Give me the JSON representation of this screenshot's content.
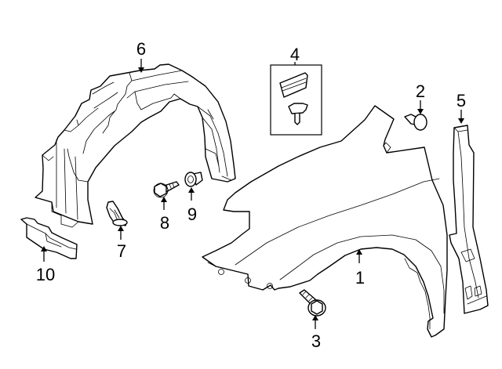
{
  "diagram": {
    "type": "exploded parts diagram",
    "subject": "front fender and components",
    "background_color": "#ffffff",
    "line_color": "#000000",
    "callouts": [
      {
        "id": "1",
        "label": "1",
        "part": "fender"
      },
      {
        "id": "2",
        "label": "2",
        "part": "push clip"
      },
      {
        "id": "3",
        "label": "3",
        "part": "flange bolt"
      },
      {
        "id": "4",
        "label": "4",
        "part": "clip kit (boxed)"
      },
      {
        "id": "5",
        "label": "5",
        "part": "fender seal / pillar trim"
      },
      {
        "id": "6",
        "label": "6",
        "part": "fender liner"
      },
      {
        "id": "7",
        "label": "7",
        "part": "retainer clip"
      },
      {
        "id": "8",
        "label": "8",
        "part": "tapping screw"
      },
      {
        "id": "9",
        "label": "9",
        "part": "grommet nut"
      },
      {
        "id": "10",
        "label": "10",
        "part": "liner bracket"
      }
    ]
  }
}
